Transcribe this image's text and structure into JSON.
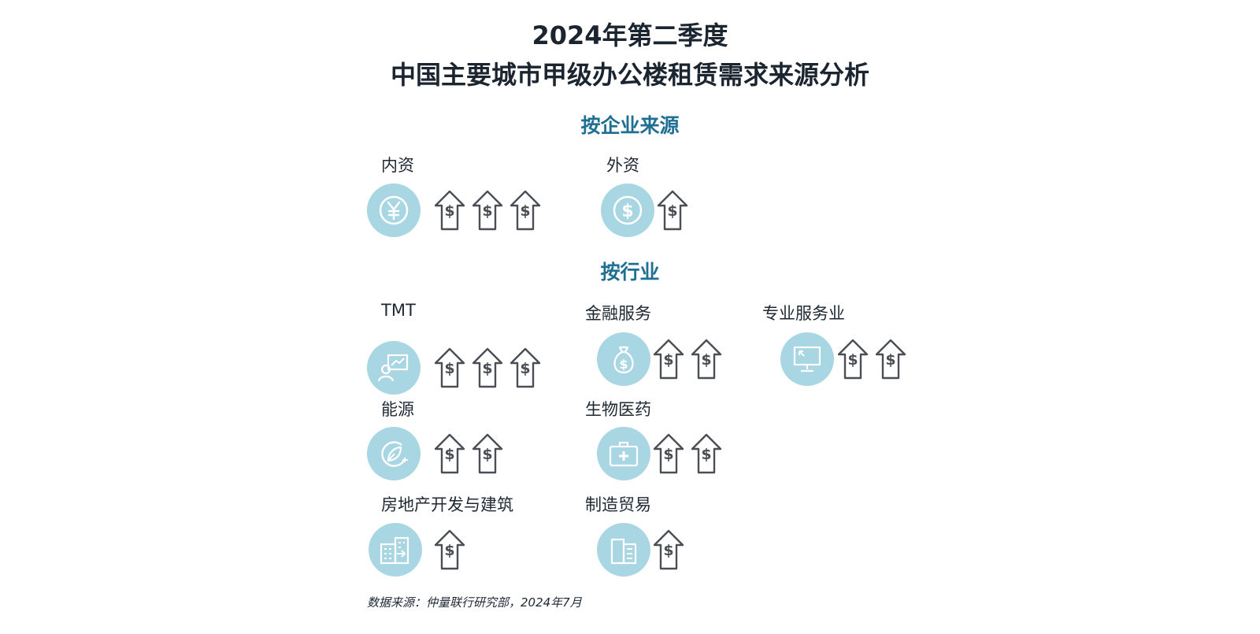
{
  "title_line1": "2024年第二季度",
  "title_line2": "中国主要城市甲级办公楼租赁需求来源分析",
  "section_enterprise": "按企业来源",
  "section_industry": "按行业",
  "footer": "数据来源：仲量联行研究部，2024年7月",
  "arrow_symbol": "$",
  "colors": {
    "circle": "#a9d6e3",
    "section": "#1e6f92",
    "arrow_stroke": "#4a4f55"
  },
  "groups": [
    {
      "label": "内资",
      "icon": "yuan-icon",
      "arrows": 3
    },
    {
      "label": "外资",
      "icon": "dollar-icon",
      "arrows": 1
    },
    {
      "label": "TMT",
      "icon": "presentation-icon",
      "arrows": 3
    },
    {
      "label": "金融服务",
      "icon": "money-bag-icon",
      "arrows": 2
    },
    {
      "label": "专业服务业",
      "icon": "monitor-icon",
      "arrows": 2
    },
    {
      "label": "能源",
      "icon": "eco-plug-icon",
      "arrows": 2
    },
    {
      "label": "生物医药",
      "icon": "medical-kit-icon",
      "arrows": 2
    },
    {
      "label": "房地产开发与建筑",
      "icon": "buildings-icon",
      "arrows": 1
    },
    {
      "label": "制造贸易",
      "icon": "factory-icon",
      "arrows": 1
    }
  ]
}
